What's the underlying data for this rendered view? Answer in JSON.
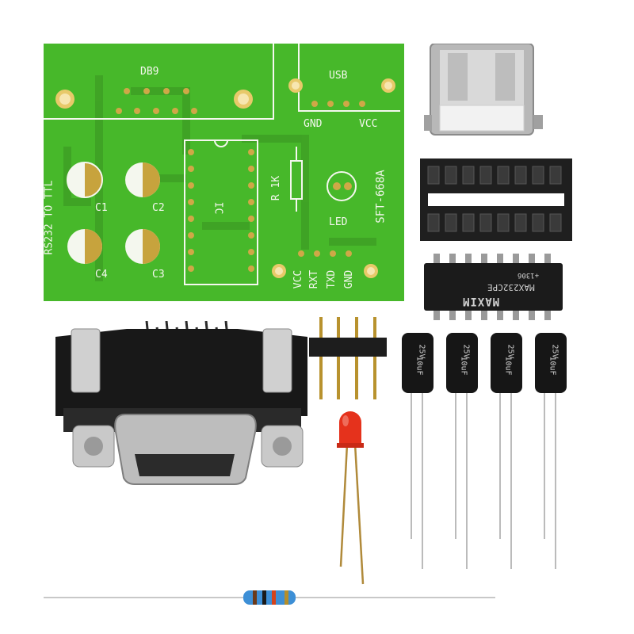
{
  "pcb": {
    "labels": {
      "db9": "DB9",
      "usb": "USB",
      "gnd_top": "GND",
      "vcc_top": "VCC",
      "rs232": "RS232 TO TTL",
      "c1": "C1",
      "c2": "C2",
      "c3": "C3",
      "c4": "C4",
      "ic": "IC",
      "r1k": "R 1K",
      "led": "LED",
      "model": "SFT-668A",
      "pin_vcc": "VCC",
      "pin_rxt": "RXT",
      "pin_txd": "TXD",
      "pin_gnd": "GND"
    }
  },
  "chip": {
    "brand": "MAXIM",
    "part": "MAX232CPE",
    "code": "+1306"
  },
  "capacitor": {
    "voltage": "25V",
    "capacitance": "10uF"
  },
  "colors": {
    "pcb_green": "#47b82a",
    "pcb_dark": "#3a9a22",
    "silkscreen": "#f4f7ee",
    "pad_gold": "#c7a33d",
    "led_red": "#e5321c",
    "resistor_blue": "#3d8fd6",
    "component_black": "#1b1b1b"
  }
}
